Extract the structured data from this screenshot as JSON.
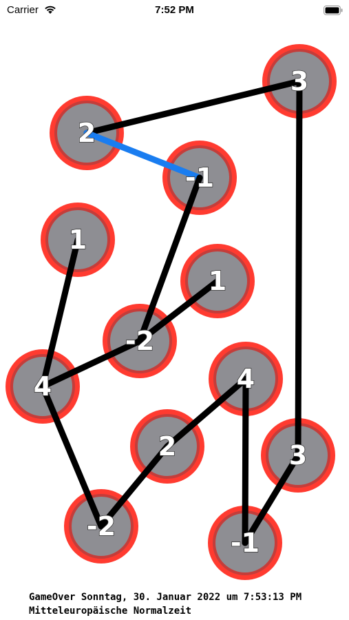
{
  "status_bar": {
    "carrier": "Carrier",
    "time": "7:52 PM",
    "icons": [
      "wifi-icon",
      "battery-icon"
    ]
  },
  "colors": {
    "node_fill": "#8e8e93",
    "node_ring_outer": "#ff3b30",
    "node_ring_inner": "#c43d3a",
    "edge": "#000000",
    "edge_highlight": "#1a7df0",
    "label": "#ffffff"
  },
  "board": {
    "nodes": [
      {
        "id": "n1",
        "value": "3"
      },
      {
        "id": "n2",
        "value": "2"
      },
      {
        "id": "n3",
        "value": "-1"
      },
      {
        "id": "n4",
        "value": "1"
      },
      {
        "id": "n5",
        "value": "1"
      },
      {
        "id": "n6",
        "value": "-2"
      },
      {
        "id": "n7",
        "value": "4"
      },
      {
        "id": "n8",
        "value": "4"
      },
      {
        "id": "n9",
        "value": "2"
      },
      {
        "id": "n10",
        "value": "3"
      },
      {
        "id": "n11",
        "value": "-2"
      },
      {
        "id": "n12",
        "value": "-1"
      }
    ],
    "edges": [
      {
        "from": "n2",
        "to": "n1",
        "highlighted": false
      },
      {
        "from": "n2",
        "to": "n3",
        "highlighted": true
      },
      {
        "from": "n1",
        "to": "n10",
        "highlighted": false
      },
      {
        "from": "n3",
        "to": "n6",
        "highlighted": false
      },
      {
        "from": "n6",
        "to": "n5",
        "highlighted": false
      },
      {
        "from": "n6",
        "to": "n7",
        "highlighted": false
      },
      {
        "from": "n4",
        "to": "n7",
        "highlighted": false
      },
      {
        "from": "n7",
        "to": "n11",
        "highlighted": false
      },
      {
        "from": "n11",
        "to": "n9",
        "highlighted": false
      },
      {
        "from": "n9",
        "to": "n8",
        "highlighted": false
      },
      {
        "from": "n8",
        "to": "n12",
        "highlighted": false
      },
      {
        "from": "n12",
        "to": "n10",
        "highlighted": false
      }
    ]
  },
  "status_message": {
    "line1": "GameOver Sonntag, 30. Januar 2022 um 7:53:13 PM",
    "line2": "Mitteleuropäische Normalzeit"
  }
}
